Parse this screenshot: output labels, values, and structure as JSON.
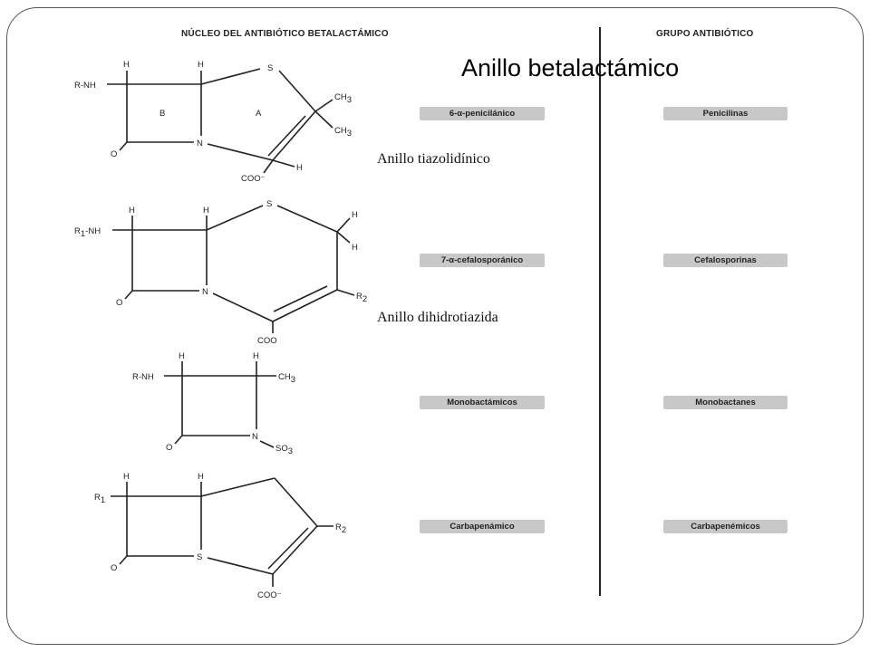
{
  "headers": {
    "left": "NÚCLEO DEL ANTIBIÓTICO BETALACTÁMICO",
    "right": "GRUPO ANTIBIÓTICO"
  },
  "annotations": {
    "beta_lactam": "Anillo betalactámico",
    "thiazolidine": "Anillo tiazolidínico",
    "dihydrothiazine": "Anillo dihidrotiazida"
  },
  "rows": [
    {
      "nucleus": "6-α-penicilánico",
      "group": "Penicilinas"
    },
    {
      "nucleus": "7-α-cefalosporánico",
      "group": "Cefalosporinas"
    },
    {
      "nucleus": "Monobactámicos",
      "group": "Monobactanes"
    },
    {
      "nucleus": "Carbapenámico",
      "group": "Carbapenémicos"
    }
  ],
  "structures": {
    "penicillin": {
      "r": "R-NH",
      "h1": "H",
      "h2": "H",
      "s": "S",
      "ring_b": "B",
      "ring_a": "A",
      "me1": "CH",
      "me1_sub": "3",
      "me2": "CH",
      "me2_sub": "3",
      "n": "N",
      "o": "O",
      "h3": "H",
      "coo": "COO⁻"
    },
    "cephalosporin": {
      "r": "R",
      "r_sub": "1",
      "r_tail": "-NH",
      "h1": "H",
      "h2": "H",
      "s": "S",
      "h3": "H",
      "h4": "H",
      "r2": "R",
      "r2_sub": "2",
      "n": "N",
      "o": "O",
      "coo": "COO"
    },
    "monobactam": {
      "r": "R-NH",
      "h1": "H",
      "h2": "H",
      "me": "CH",
      "me_sub": "3",
      "n": "N",
      "o": "O",
      "so3": "SO",
      "so3_sub": "3"
    },
    "carbapenem": {
      "r": "R",
      "r_sub": "1",
      "h1": "H",
      "h2": "H",
      "r2": "R",
      "r2_sub": "2",
      "s": "S",
      "o": "O",
      "coo": "COO⁻"
    }
  }
}
